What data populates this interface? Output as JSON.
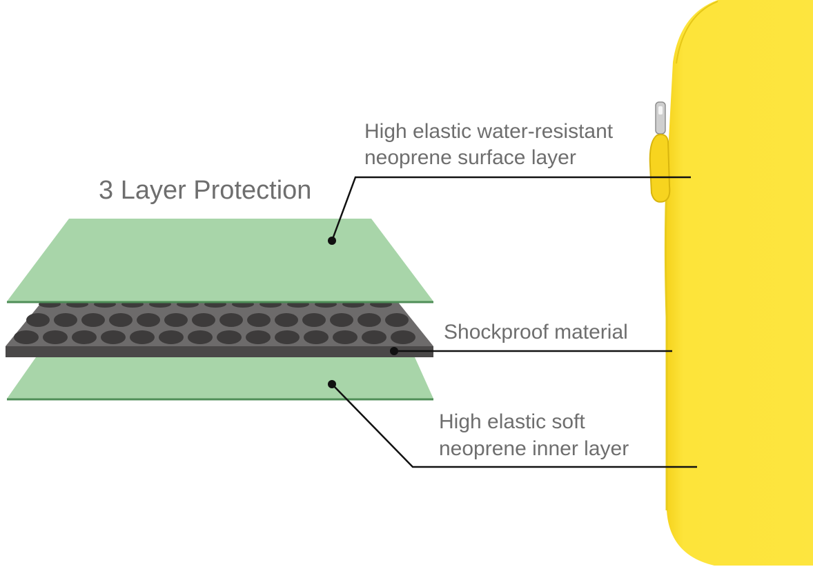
{
  "diagram": {
    "title": "3 Layer Protection",
    "layers": [
      {
        "name": "surface-layer",
        "lines": [
          "High elastic water-resistant",
          "neoprene surface layer"
        ],
        "color": "#a8d5a9"
      },
      {
        "name": "shock-layer",
        "lines": [
          "Shockproof material"
        ],
        "color": "#6d6b6b"
      },
      {
        "name": "inner-layer",
        "lines": [
          "High elastic soft",
          "neoprene inner layer"
        ],
        "color": "#a8d5a9"
      }
    ]
  },
  "colors": {
    "green_layer": "#a8d5a9",
    "green_edge": "#4f8e58",
    "foam_top": "#6d6b6b",
    "foam_side": "#4a4848",
    "foam_holes": "#3d3b3b",
    "sleeve_yellow": "#fde43a",
    "leader_line": "#111111",
    "text": "#6e6e6e"
  }
}
